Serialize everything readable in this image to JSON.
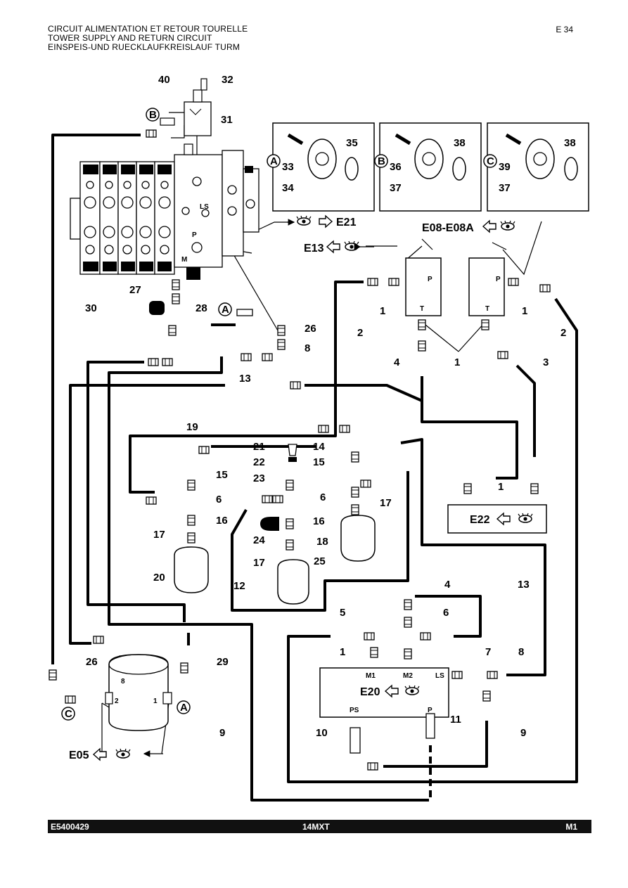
{
  "header": {
    "line1": "CIRCUIT ALIMENTATION ET RETOUR TOURELLE",
    "line2": "TOWER SUPPLY AND RETURN CIRCUIT",
    "line3": "EINSPEIS-UND RUECKLAUFKREISLAUF TURM",
    "page": "E 34"
  },
  "diagram": {
    "callouts": {
      "c40": "40",
      "c32": "32",
      "c31": "31",
      "cB": "B",
      "c33": "33",
      "c34": "34",
      "c35": "35",
      "cA_box": "A",
      "c36": "36",
      "c37a": "37",
      "c38a": "38",
      "cB_box": "B",
      "c39": "39",
      "c37b": "37",
      "c38b": "38",
      "cC_box": "C",
      "ls": "LS",
      "p": "P",
      "m": "M",
      "c27": "27",
      "c28": "28",
      "cA": "A",
      "c30": "30",
      "c26a": "26",
      "c8a": "8",
      "c13a": "13",
      "c2a": "2",
      "c2b": "2",
      "c1a": "1",
      "c1b": "1",
      "c1c": "1",
      "c4a": "4",
      "c3": "3",
      "c19": "19",
      "c21": "21",
      "c22": "22",
      "c23": "23",
      "c14": "14",
      "c15a": "15",
      "c15b": "15",
      "c6a": "6",
      "c6b": "6",
      "c16a": "16",
      "c16b": "16",
      "c17a": "17",
      "c17b": "17",
      "c17c": "17",
      "c20": "20",
      "c24": "24",
      "c25": "25",
      "c18": "18",
      "c12": "12",
      "c1d": "1",
      "c4b": "4",
      "c13b": "13",
      "c5": "5",
      "c6c": "6",
      "c1e": "1",
      "c7": "7",
      "c8b": "8",
      "c11": "11",
      "c10": "10",
      "c9a": "9",
      "c9b": "9",
      "c26b": "26",
      "c29": "29",
      "cC": "C",
      "cA2": "A",
      "p1": "P",
      "t1": "T",
      "p2": "P",
      "t2": "T",
      "m1": "M1",
      "m2": "M2",
      "ls2": "LS",
      "ps": "PS",
      "p3": "P",
      "tank8": "8",
      "tank2": "2",
      "tank1": "1"
    },
    "references": {
      "e21": "E21",
      "e08": "E08-E08A",
      "e13": "E13",
      "e22": "E22",
      "e20": "E20",
      "e05": "E05"
    }
  },
  "footer": {
    "doc_code": "E5400429",
    "model": "14MXT",
    "sheet": "M1"
  }
}
